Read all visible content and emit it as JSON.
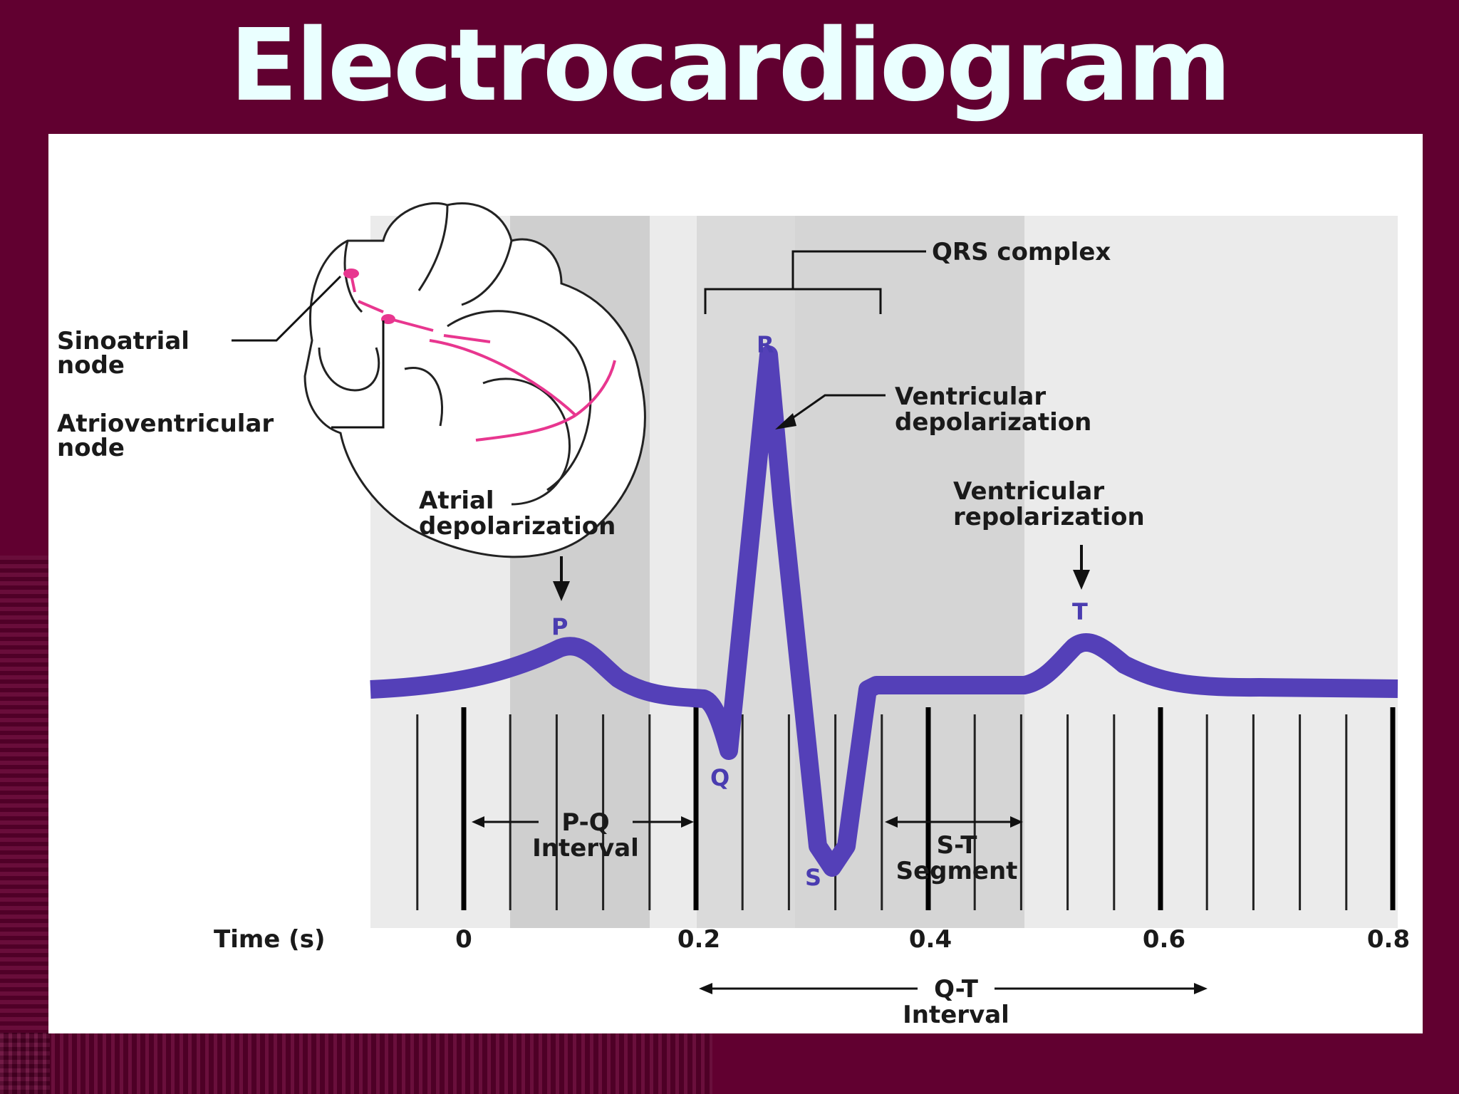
{
  "title": "Electrocardiogram",
  "heart": {
    "sa_label": [
      "Sinoatrial",
      "node"
    ],
    "av_label": [
      "Atrioventricular",
      "node"
    ]
  },
  "annotations": {
    "qrs_complex": "QRS complex",
    "ventricular_depolarization": [
      "Ventricular",
      "depolarization"
    ],
    "atrial_depolarization": [
      "Atrial",
      "depolarization"
    ],
    "ventricular_repolarization": [
      "Ventricular",
      "repolarization"
    ]
  },
  "waves": {
    "p": "P",
    "q": "Q",
    "r": "R",
    "s": "S",
    "t": "T"
  },
  "intervals": {
    "pq": [
      "P-Q",
      "Interval"
    ],
    "st": [
      "S-T",
      "Segment"
    ],
    "qt": [
      "Q-T",
      "Interval"
    ]
  },
  "axis": {
    "label": "Time (s)",
    "ticks": [
      "0",
      "0.2",
      "0.4",
      "0.6",
      "0.8"
    ]
  },
  "colors": {
    "background": "#610030",
    "title": "#eaffff",
    "trace": "#5440b8",
    "conduction": "#e8368f"
  }
}
